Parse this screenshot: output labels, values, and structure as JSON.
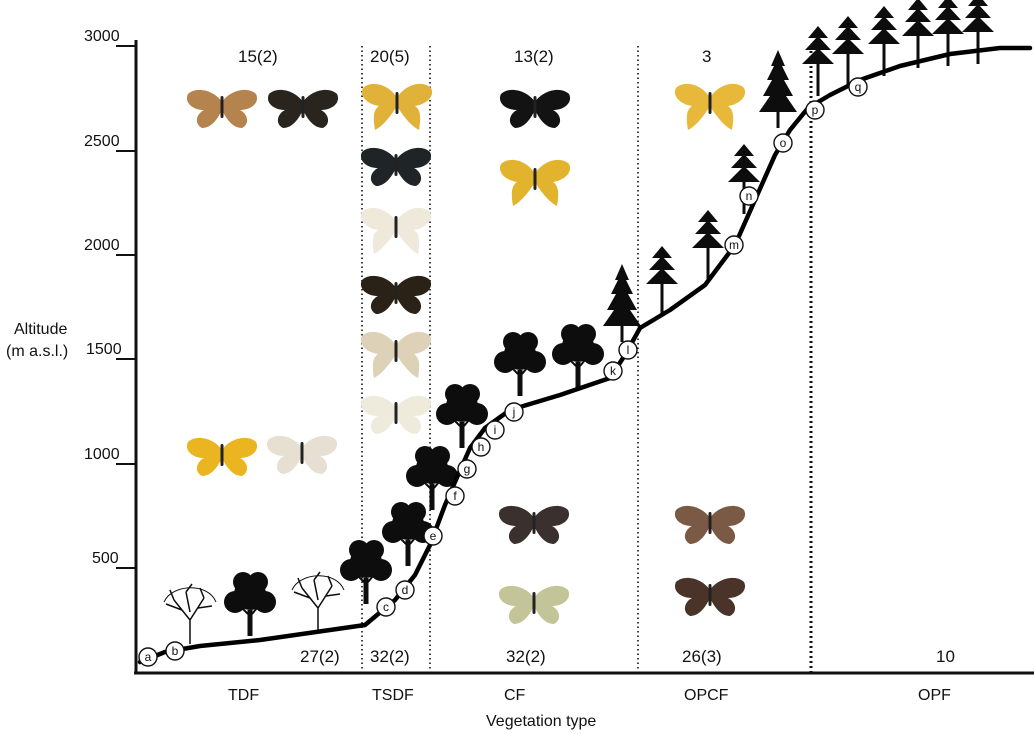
{
  "y_axis": {
    "title_line1": "Altitude",
    "title_line2": "(m a.s.l.)",
    "ticks": [
      "3000",
      "2500",
      "2000",
      "1500",
      "1000",
      "500"
    ]
  },
  "x_axis": {
    "title": "Vegetation type",
    "zones": [
      "TDF",
      "TSDF",
      "CF",
      "OPCF",
      "OPF"
    ]
  },
  "high_counts": [
    "15(2)",
    "20(5)",
    "13(2)",
    "3"
  ],
  "low_counts": [
    "27(2)",
    "32(2)",
    "32(2)",
    "26(3)",
    "10"
  ],
  "sites": [
    "a",
    "b",
    "c",
    "d",
    "e",
    "f",
    "g",
    "h",
    "i",
    "j",
    "k",
    "l",
    "m",
    "n",
    "o",
    "p",
    "q"
  ],
  "colors": {
    "axis": "#111111",
    "profile": "#000000",
    "tree": "#0d0d0d",
    "butterfly_yellow": "#e8b21a",
    "butterfly_cream": "#ebe6d8",
    "butterfly_dark": "#1e1b1a",
    "butterfly_brown": "#7a5a45"
  },
  "icons": {
    "tree": "tree-silhouette-icon",
    "conifer": "conifer-silhouette-icon",
    "butterfly": "butterfly-specimen-icon"
  }
}
